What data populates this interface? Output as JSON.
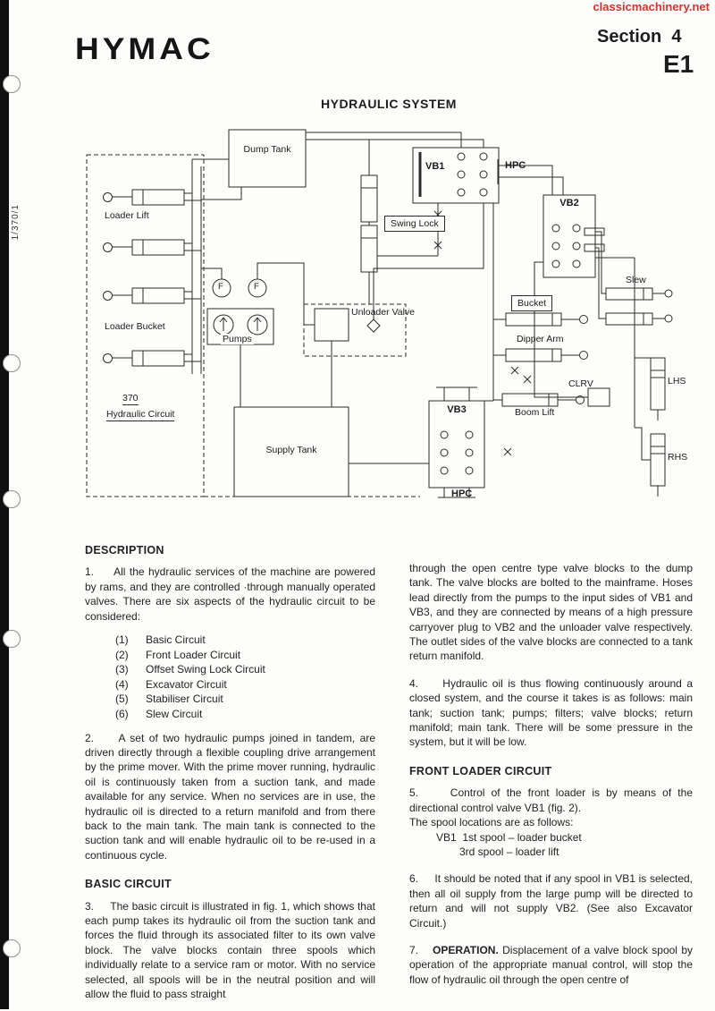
{
  "header": {
    "watermark": "classicmachinery.net",
    "logo": "HYMAC",
    "section_label": "Section  4",
    "page_code": "E1",
    "margin_ref": "1/370/1",
    "title": "HYDRAULIC SYSTEM"
  },
  "diagram": {
    "labels": {
      "dump_tank": "Dump Tank",
      "vb1": "VB1",
      "hpc_top": "HPC",
      "vb2": "VB2",
      "swing_lock": "Swing Lock",
      "loader_lift": "Loader Lift",
      "loader_bucket": "Loader Bucket",
      "filter_left": "F",
      "filter_right": "F",
      "pumps": "Pumps",
      "unloader_valve": "Unloader Valve",
      "bucket": "Bucket",
      "slew": "Slew",
      "dipper_arm": "Dipper Arm",
      "clrv": "CLRV",
      "boom_lift": "Boom Lift",
      "lhs": "LHS",
      "rhs": "RHS",
      "vb3": "VB3",
      "hpc_bottom": "HPC",
      "supply_tank": "Supply Tank",
      "fig_number": "370",
      "fig_caption": "Hydraulic Circuit"
    }
  },
  "content": {
    "description_heading": "DESCRIPTION",
    "para1": "1.     All the hydraulic services of the machine are powered by rams, and they are controlled ·through manually operated valves. There are six aspects of the hydraulic circuit to be considered:",
    "list": [
      {
        "num": "(1)",
        "label": "Basic Circuit"
      },
      {
        "num": "(2)",
        "label": "Front Loader Circuit"
      },
      {
        "num": "(3)",
        "label": "Offset Swing Lock Circuit"
      },
      {
        "num": "(4)",
        "label": "Excavator Circuit"
      },
      {
        "num": "(5)",
        "label": "Stabiliser Circuit"
      },
      {
        "num": "(6)",
        "label": "Slew Circuit"
      }
    ],
    "para2": "2.     A set of two hydraulic pumps joined in tandem, are driven directly through a flexible coupling drive arrangement by the prime mover. With the prime mover running, hydraulic oil is continuously taken from a suction tank, and made available for any service. When no services are in use, the hydraulic oil is directed to a return manifold and from there back to the main tank. The main tank is connected to the suction tank and will enable hydraulic oil to be re-used in a continuous cycle.",
    "basic_circuit_heading": "BASIC CIRCUIT",
    "para3": "3.     The basic circuit is illustrated in fig. 1, which shows that each pump takes its hydraulic oil from the suction tank and forces the fluid through its associated filter to its own valve block. The valve blocks contain three spools which individually relate to a service ram or motor. With no service selected, all spools will be in the neutral position and will allow the fluid to pass straight",
    "para3_continued": "through the open centre type valve blocks to the dump tank. The valve blocks are bolted to the mainframe. Hoses lead directly from the pumps to the input sides of VB1 and VB3, and they are connected by means of a high pressure carryover plug to VB2 and the unloader valve respectively. The outlet sides of the valve blocks are connected to a tank return manifold.",
    "para4": "4.     Hydraulic oil is thus flowing continuously around a closed system, and the course it takes is as follows: main tank; suction tank; pumps; filters; valve blocks; return manifold; main tank. There will be some pressure in the system, but it will be low.",
    "front_loader_heading": "FRONT LOADER CIRCUIT",
    "para5": "5.     Control of the front loader is by means of the directional control valve VB1 (fig. 2).",
    "para5_intro": "The spool locations are as follows:",
    "spool_line1": "VB1  1st spool – loader bucket",
    "spool_line2": "3rd spool – loader lift",
    "para6": "6.     It should be noted that if any spool in VB1 is selected, then all oil supply from the large pump will be directed to return and will not supply VB2. (See also Excavator Circuit.)",
    "para7_lead": "7.",
    "para7_keyword": "OPERATION.",
    "para7_rest": " Displacement of a valve block spool by operation of the appropriate manual control, will stop the flow of hydraulic oil through the open centre of"
  }
}
